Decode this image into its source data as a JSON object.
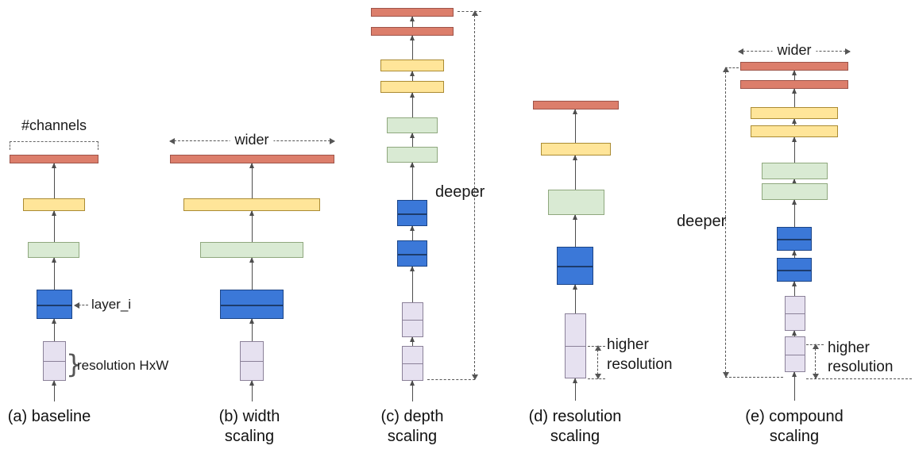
{
  "figure_title": "Model scaling diagram",
  "colors": {
    "output_bar": "#DC7E6B",
    "output_bar_border": "#9E5449",
    "feature_yellow": "#FFE599",
    "feature_yellow_border": "#AB8B33",
    "feature_green": "#D9EAD3",
    "feature_green_border": "#8FA87E",
    "layer_blue": "#3B78D8",
    "layer_blue_border": "#1C4587",
    "input_purple": "#E6E1F0",
    "input_purple_border": "#8B8199",
    "annotation_line": "#555555",
    "text": "#1a1a1a"
  },
  "panels": {
    "a": {
      "caption": "(a) baseline",
      "channels_label": "#channels",
      "layer_label": "layer_i",
      "brace": "}",
      "resolution_label": "resolution HxW",
      "layers_bottom_to_top": [
        "input-purple",
        "layer-blue",
        "feature-green",
        "feature-yellow",
        "output-red"
      ]
    },
    "b": {
      "caption_line1": "(b) width",
      "caption_line2": "scaling",
      "wider_label": "wider",
      "layers_bottom_to_top": [
        "input-purple",
        "layer-blue",
        "feature-green",
        "feature-yellow",
        "output-red"
      ]
    },
    "c": {
      "caption_line1": "(c) depth",
      "caption_line2": "scaling",
      "deeper_label": "deeper",
      "layers_bottom_to_top": [
        "input-purple",
        "input-purple",
        "layer-blue",
        "layer-blue",
        "feature-green",
        "feature-green",
        "feature-yellow",
        "feature-yellow",
        "output-red",
        "output-red"
      ]
    },
    "d": {
      "caption_line1": "(d) resolution",
      "caption_line2": "scaling",
      "higher_label_line1": "higher",
      "higher_label_line2": "resolution",
      "layers_bottom_to_top": [
        "input-purple",
        "layer-blue",
        "feature-green",
        "feature-yellow",
        "output-red"
      ]
    },
    "e": {
      "caption_line1": "(e) compound",
      "caption_line2": "scaling",
      "wider_label": "wider",
      "deeper_label": "deeper",
      "higher_label_line1": "higher",
      "higher_label_line2": "resolution",
      "layers_bottom_to_top": [
        "input-purple",
        "input-purple",
        "layer-blue",
        "layer-blue",
        "feature-green",
        "feature-green",
        "feature-yellow",
        "feature-yellow",
        "output-red",
        "output-red"
      ]
    }
  }
}
